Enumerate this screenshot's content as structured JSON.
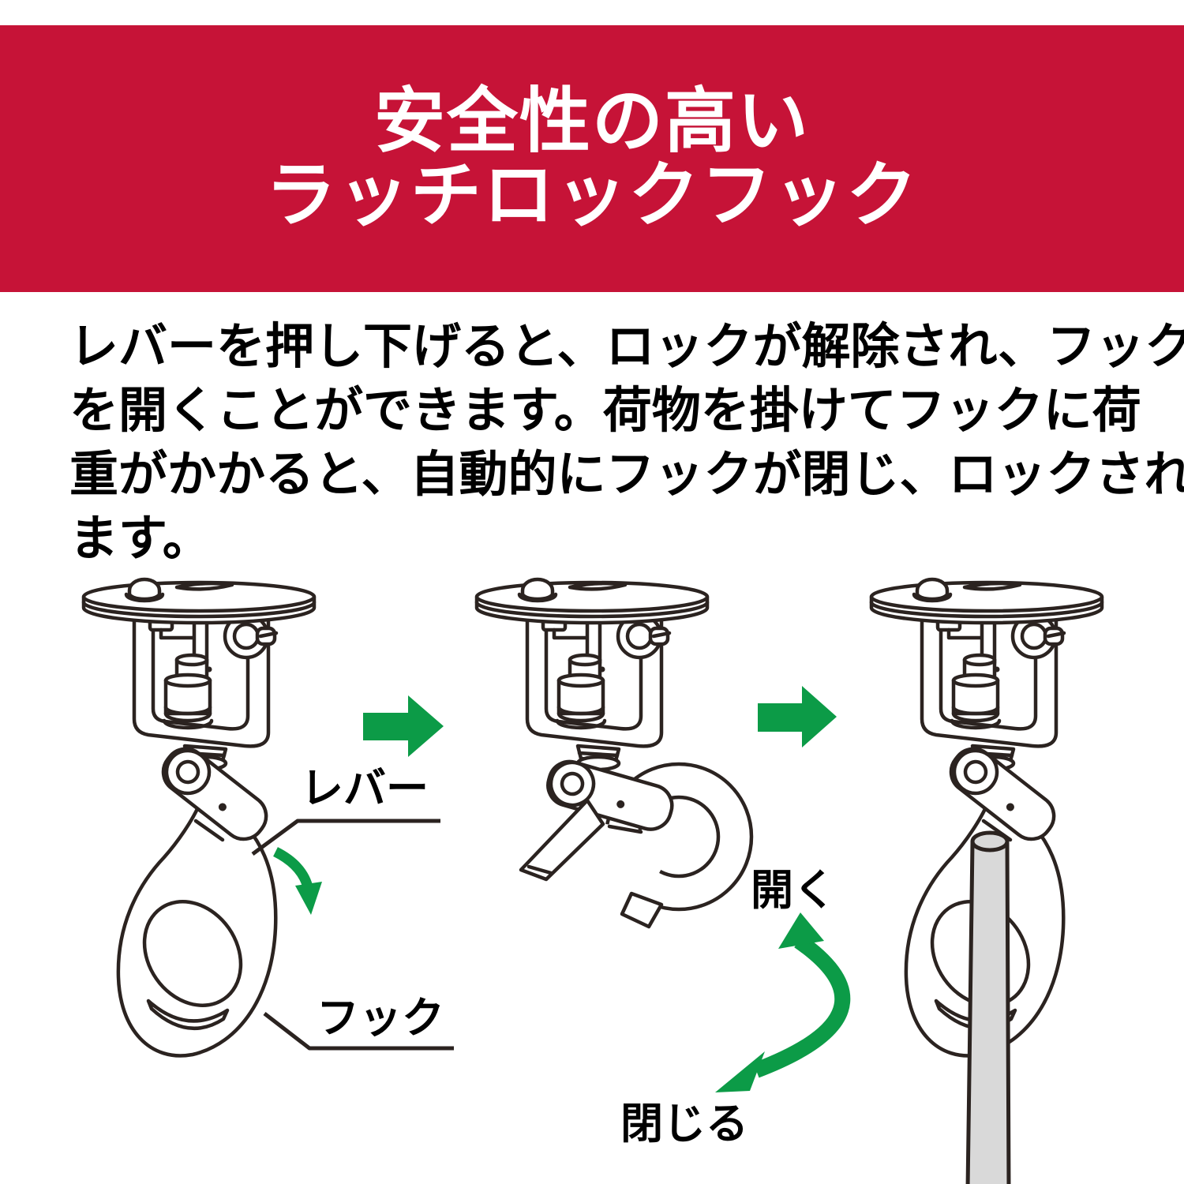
{
  "theme": {
    "banner-bg": "#C61337",
    "banner-text": "#FFFFFF",
    "body-text": "#000000",
    "ink": "#2B2320",
    "green": "#0C9B47",
    "strap": "#D9D9D9",
    "page-bg": "#FFFFFF"
  },
  "banner": {
    "title_lines": [
      "安全性の高い",
      "ラッチロックフック"
    ]
  },
  "description": {
    "lines": [
      "レバーを押し下げると、ロックが解除され、フック",
      "を開くことができます。荷物を掛けてフックに荷",
      "重がかかると、自動的にフックが閉じ、ロックされ",
      "ます。"
    ]
  },
  "diagram": {
    "labels": {
      "lever": "レバー",
      "hook": "フック",
      "open": "開く",
      "close": "閉じる"
    }
  }
}
